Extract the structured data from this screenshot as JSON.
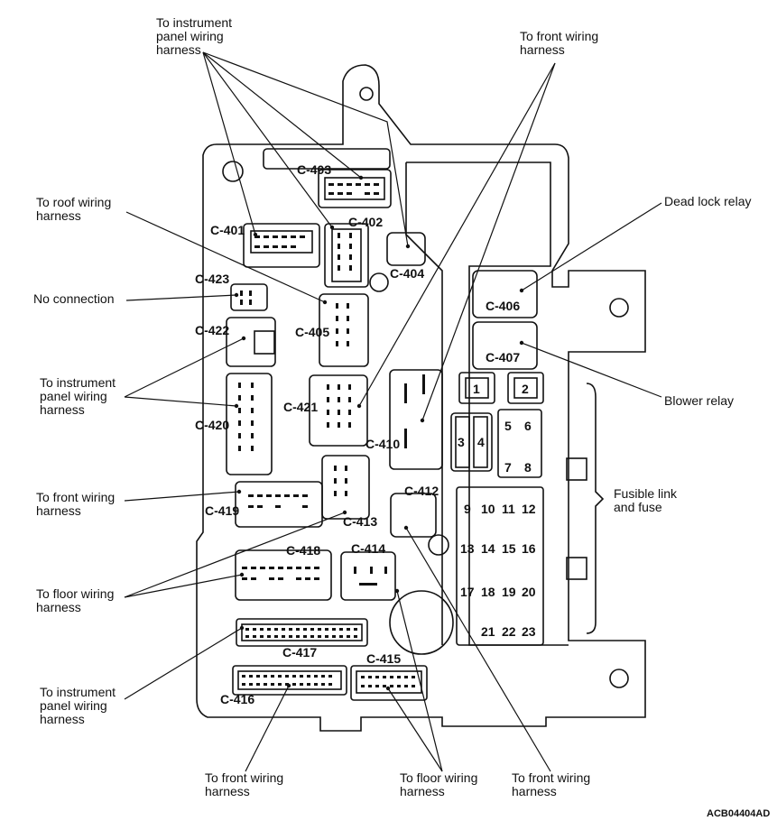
{
  "labels": {
    "ip_top": "To instrument\npanel wiring\nharness",
    "front_top": "To front wiring\nharness",
    "roof": "To roof wiring\nharness",
    "no_connection": "No connection",
    "ip_mid": "To instrument\npanel wiring\nharness",
    "front_left": "To front wiring\nharness",
    "floor_left": "To floor wiring\nharness",
    "ip_bottom": "To instrument\npanel wiring\nharness",
    "front_bottom_left": "To front wiring\nharness",
    "floor_bottom": "To floor wiring\nharness",
    "front_bottom_right": "To front wiring\nharness",
    "dead_lock": "Dead lock relay",
    "blower": "Blower relay",
    "fusible": "Fusible link\nand fuse"
  },
  "connectors": {
    "c401": "C-401",
    "c402": "C-402",
    "c403": "C-403",
    "c404": "C-404",
    "c405": "C-405",
    "c406": "C-406",
    "c407": "C-407",
    "c410": "C-410",
    "c412": "C-412",
    "c413": "C-413",
    "c414": "C-414",
    "c415": "C-415",
    "c416": "C-416",
    "c417": "C-417",
    "c418": "C-418",
    "c419": "C-419",
    "c420": "C-420",
    "c421": "C-421",
    "c422": "C-422",
    "c423": "C-423"
  },
  "fuses": [
    "1",
    "2",
    "3",
    "4",
    "5",
    "6",
    "7",
    "8",
    "9",
    "10",
    "11",
    "12",
    "13",
    "14",
    "15",
    "16",
    "17",
    "18",
    "19",
    "20",
    "21",
    "22",
    "23"
  ],
  "reference": "ACB04404AD"
}
